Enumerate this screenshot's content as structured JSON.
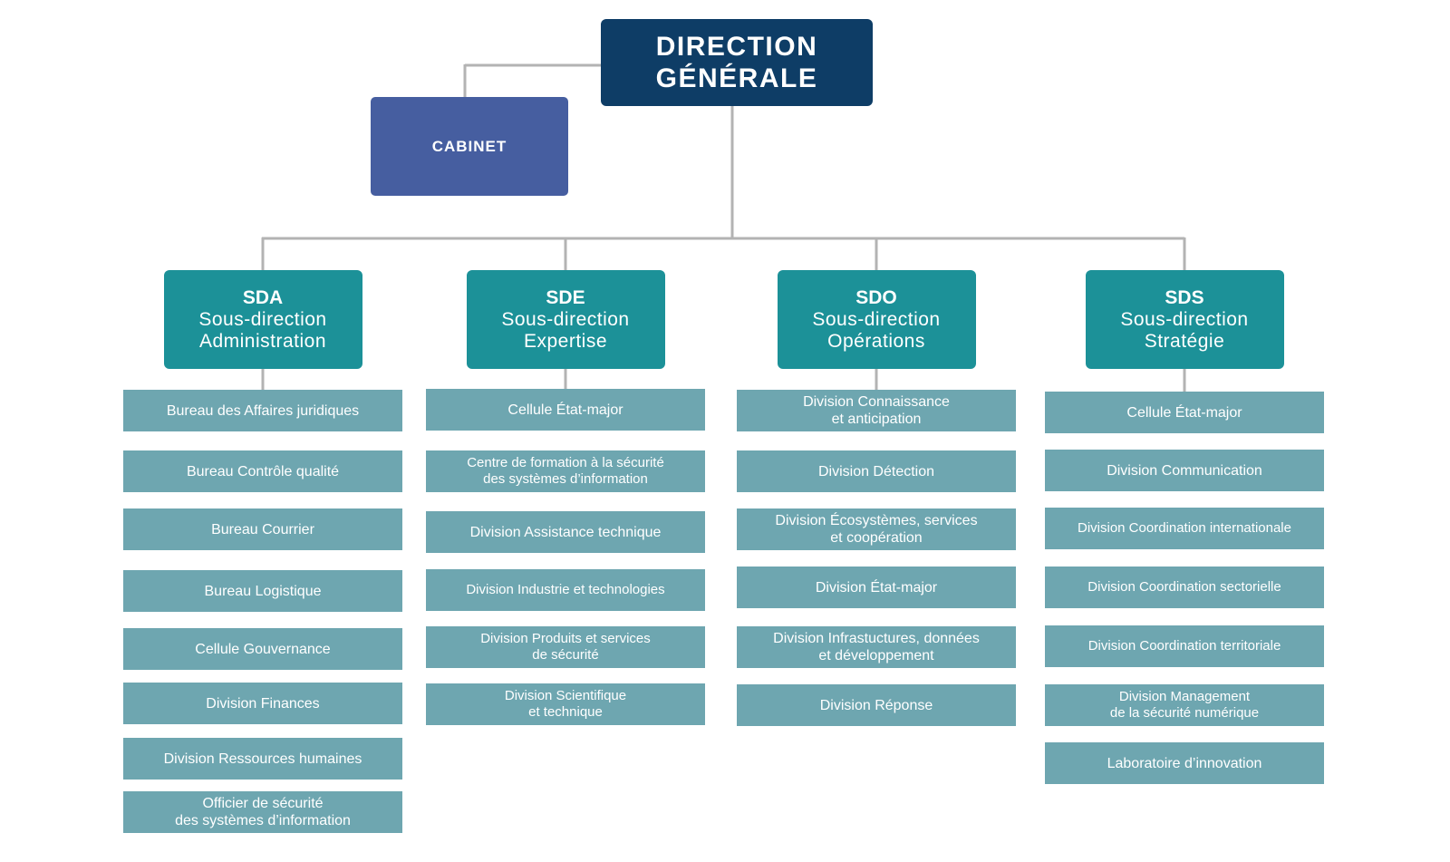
{
  "direction_generale": {
    "line1": "DIRECTION",
    "line2": "GÉNÉRALE"
  },
  "cabinet": {
    "label": "CABINET"
  },
  "colors": {
    "direction": "#0e3d66",
    "cabinet": "#465ea0",
    "sous_direction": "#1c9198",
    "unit": "#6ea6b0",
    "connector": "#b3b3b3"
  },
  "columns": [
    {
      "code": "SDA",
      "label": "Sous-direction\nAdministration",
      "items": [
        "Bureau des Affaires juridiques",
        "Bureau Contrôle qualité",
        "Bureau Courrier",
        "Bureau Logistique",
        "Cellule Gouvernance",
        "Division Finances",
        "Division Ressources humaines",
        "Officier de sécurité\ndes systèmes d’information"
      ]
    },
    {
      "code": "SDE",
      "label": "Sous-direction\nExpertise",
      "items": [
        "Cellule État-major",
        "Centre de formation à la sécurité\ndes systèmes d’information",
        "Division Assistance technique",
        "Division Industrie et technologies",
        "Division Produits et services\nde sécurité",
        "Division Scientifique\net technique"
      ]
    },
    {
      "code": "SDO",
      "label": "Sous-direction\nOpérations",
      "items": [
        "Division Connaissance\net anticipation",
        "Division Détection",
        "Division Écosystèmes, services\net coopération",
        "Division État-major",
        "Division Infrastuctures, données\net développement",
        "Division Réponse"
      ]
    },
    {
      "code": "SDS",
      "label": "Sous-direction\nStratégie",
      "items": [
        "Cellule État-major",
        "Division Communication",
        "Division Coordination internationale",
        "Division Coordination sectorielle",
        "Division Coordination territoriale",
        "Division Management\nde la sécurité numérique",
        "Laboratoire d’innovation"
      ]
    }
  ]
}
